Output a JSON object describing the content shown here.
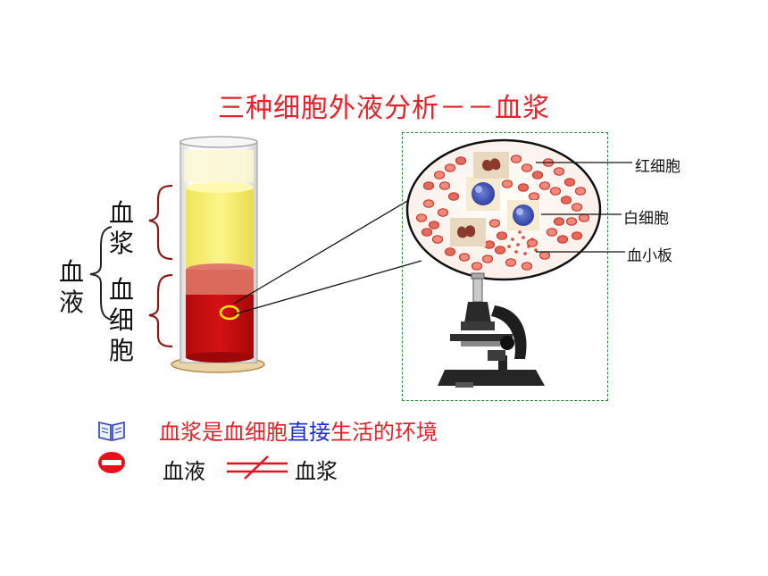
{
  "title": "三种细胞外液分析－－血浆",
  "tube_labels": {
    "plasma": [
      "血",
      "浆"
    ],
    "blood_cells": [
      "血",
      "细",
      "胞"
    ],
    "blood": [
      "血",
      "液"
    ]
  },
  "callouts": {
    "red_cell": "红细胞",
    "white_cell": "白细胞",
    "platelet": "血小板"
  },
  "statement": {
    "part1": "血浆是血细胞",
    "part2": "直接",
    "part3": "生活的环境"
  },
  "inequality": {
    "left": "血液",
    "right": "血浆"
  },
  "colors": {
    "title": "#e8202a",
    "plasma": "#f5ef72",
    "blood_cells": "#c90d0d",
    "brace": "#8b1c1c",
    "highlight_blue": "#1f2bd0",
    "highlight_green": "#1a8a2e"
  },
  "icons": [
    "book-icon",
    "minus-circle-icon",
    "microscope-icon"
  ]
}
